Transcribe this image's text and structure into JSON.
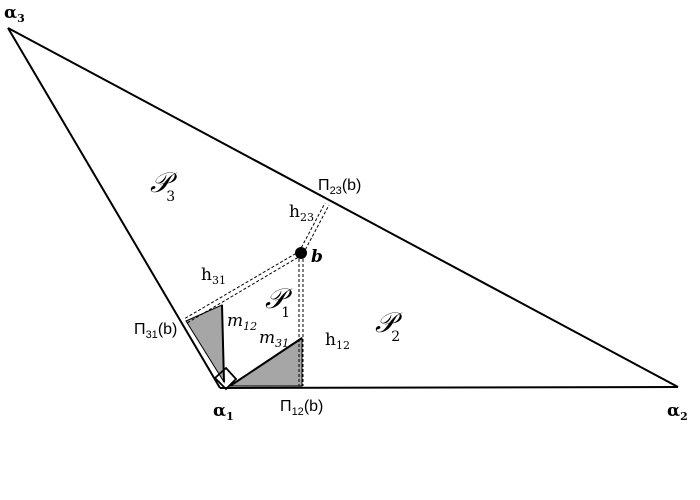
{
  "colors": {
    "stroke": "#000000",
    "shade": "#a6a6a6",
    "background": "#ffffff"
  },
  "vertices": {
    "a1": {
      "base": "α",
      "sub": "1"
    },
    "a2": {
      "base": "α",
      "sub": "2"
    },
    "a3": {
      "base": "α",
      "sub": "3"
    }
  },
  "regions": {
    "p1": {
      "base": "𝒫",
      "sub": "1"
    },
    "p2": {
      "base": "𝒫",
      "sub": "2"
    },
    "p3": {
      "base": "𝒫",
      "sub": "3"
    }
  },
  "point": {
    "label": "b"
  },
  "heights": {
    "h12": {
      "base": "h",
      "sub": "12"
    },
    "h23": {
      "base": "h",
      "sub": "23"
    },
    "h31": {
      "base": "h",
      "sub": "31"
    }
  },
  "medians": {
    "m12": {
      "base": "m",
      "sub": "12"
    },
    "m31": {
      "base": "m",
      "sub": "31"
    }
  },
  "projections": {
    "pi12": {
      "base": "Π",
      "sub": "12",
      "arg": "(b)"
    },
    "pi23": {
      "base": "Π",
      "sub": "23",
      "arg": "(b)"
    },
    "pi31": {
      "base": "Π",
      "sub": "31",
      "arg": "(b)"
    }
  }
}
